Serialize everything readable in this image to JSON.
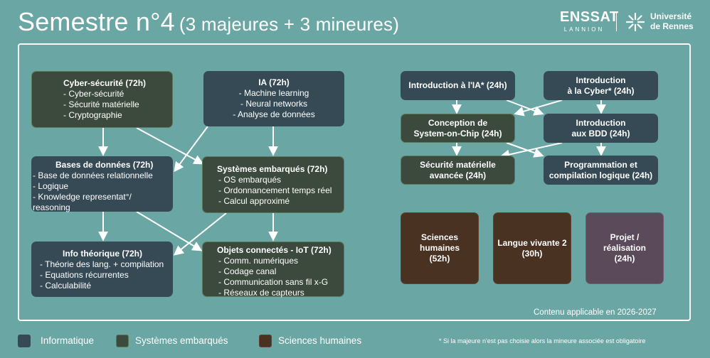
{
  "title": {
    "main": "Semestre n°4",
    "sub": "(3 majeures + 3 mineures)"
  },
  "logos": {
    "enssat": {
      "name": "ENSSAT",
      "city": "LANNION"
    },
    "universite": {
      "line1": "Université",
      "line2": "de Rennes"
    }
  },
  "majeures": {
    "cyber": {
      "title": "Cyber-sécurité (72h)",
      "items": [
        "- Cyber-sécurité",
        "- Sécurité matérielle",
        "- Cryptographie"
      ]
    },
    "ia": {
      "title": "IA (72h)",
      "items": [
        "- Machine learning",
        "- Neural networks",
        "- Analyse de données"
      ]
    },
    "bdd": {
      "title": "Bases de données (72h)",
      "items": [
        "- Base de données relationnelle",
        "- Logique",
        "- Knowledge representat°/",
        "reasoning"
      ]
    },
    "embarques": {
      "title": "Systèmes embarqués (72h)",
      "items": [
        "- OS embarqués",
        "- Ordonnancement temps réel",
        "- Calcul approximé"
      ]
    },
    "theo": {
      "title": "Info théorique (72h)",
      "items": [
        "- Théorie des lang. + compilation",
        "- Equations récurrentes",
        "- Calculabilité"
      ]
    },
    "iot": {
      "title": "Objets connectés - IoT (72h)",
      "items": [
        "- Comm. numériques",
        "- Codage canal",
        "- Communication sans fil x-G",
        "- Réseaux de capteurs"
      ]
    }
  },
  "mineures": {
    "intro_ia": {
      "label": "Introduction à l'IA* (24h)"
    },
    "intro_cyber": {
      "line1": "Introduction",
      "line2": "à la Cyber* (24h)"
    },
    "soc": {
      "line1": "Conception de",
      "line2": "System-on-Chip (24h)"
    },
    "intro_bdd": {
      "line1": "Introduction",
      "line2": "aux BDD (24h)"
    },
    "secu_mat": {
      "line1": "Sécurité matérielle",
      "line2": "avancée (24h)"
    },
    "prog_comp": {
      "line1": "Programmation et",
      "line2": "compilation logique  (24h)"
    }
  },
  "autres": {
    "sciences": {
      "line1": "Sciences",
      "line2": "humaines",
      "line3": "(52h)"
    },
    "langue": {
      "line1": "Langue vivante 2",
      "line2": "(30h)"
    },
    "projet": {
      "line1": "Projet /",
      "line2": "réalisation",
      "line3": "(24h)"
    }
  },
  "legend": [
    {
      "label": "Informatique",
      "color": "#354a55"
    },
    {
      "label": "Systèmes embarqués",
      "color": "#3c4a3d"
    },
    {
      "label": "Sciences humaines",
      "color": "#4a3223"
    }
  ],
  "contenu": "Contenu applicable en 2026-2027",
  "footnote": "* Si la majeure n'est pas choisie alors la mineure associée est obligatoire",
  "colors": {
    "background": "#6aa6a3",
    "informatique": "#354a55",
    "embarques": "#3c4a3d",
    "humaines": "#4a3223",
    "projet": "#5a4a5a"
  }
}
